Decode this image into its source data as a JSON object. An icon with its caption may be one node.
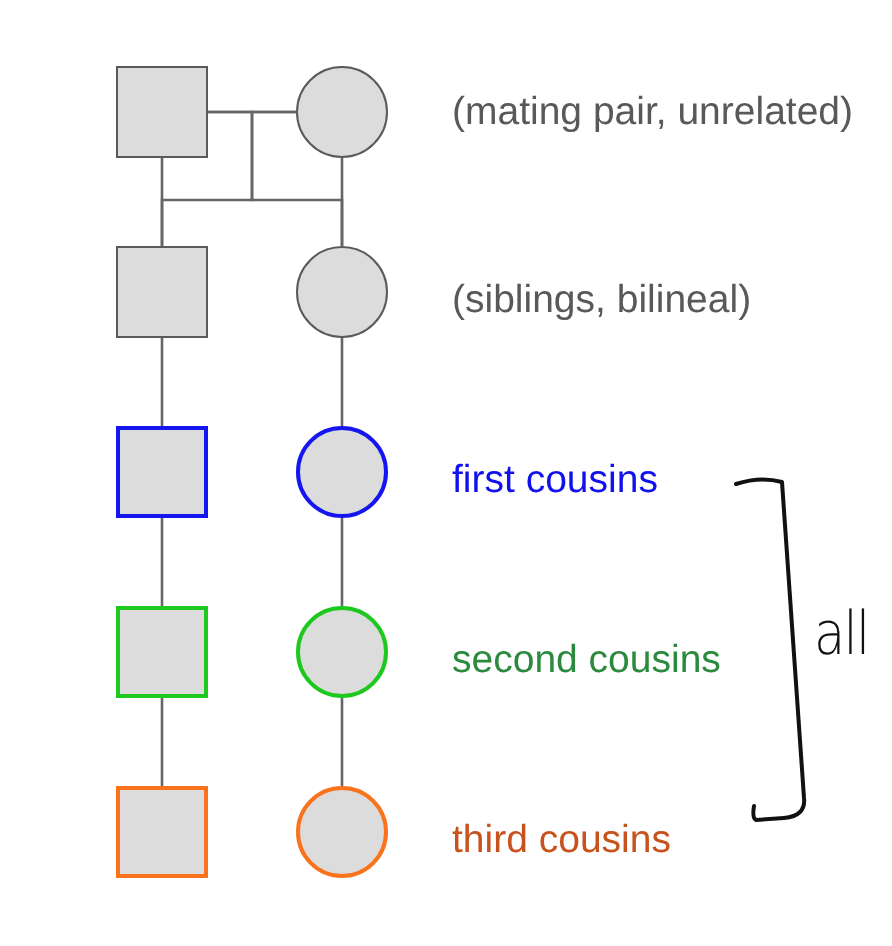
{
  "diagram": {
    "nodes": [
      {
        "text": [],
        "shape": "box"
      },
      {
        "text": [],
        "shape": "circle"
      },
      {
        "text": [],
        "shape": "box"
      },
      {
        "text": [],
        "shape": "circle"
      },
      {
        "text": [],
        "shape": "box"
      },
      {
        "text": [],
        "shape": "circle"
      },
      {
        "text": [],
        "shape": "box"
      },
      {
        "text": [],
        "shape": "circle"
      },
      {
        "text": [],
        "shape": "box"
      },
      {
        "text": [],
        "shape": "circle"
      }
    ],
    "edges": [
      {
        "from": 0,
        "to": 1,
        "arrow": "none"
      },
      {
        "from": 0,
        "to": 2,
        "arrow": "none"
      },
      {
        "from": 0,
        "to": 3,
        "arrow": "none"
      },
      {
        "from": 1,
        "to": 2,
        "arrow": "none"
      },
      {
        "from": 1,
        "to": 3,
        "arrow": "none"
      },
      {
        "from": 2,
        "to": 4,
        "arrow": "none"
      },
      {
        "from": 4,
        "to": 6,
        "arrow": "none"
      },
      {
        "from": 6,
        "to": 8,
        "arrow": "none"
      },
      {
        "from": 3,
        "to": 5,
        "arrow": "none"
      },
      {
        "from": 5,
        "to": 7,
        "arrow": "none"
      },
      {
        "from": 7,
        "to": 9,
        "arrow": "none"
      }
    ],
    "labels": [
      "(mating pair, unrelated)",
      "(siblings, bilineal)",
      "first cousins",
      "second cousins",
      "third cousins",
      "all"
    ]
  }
}
